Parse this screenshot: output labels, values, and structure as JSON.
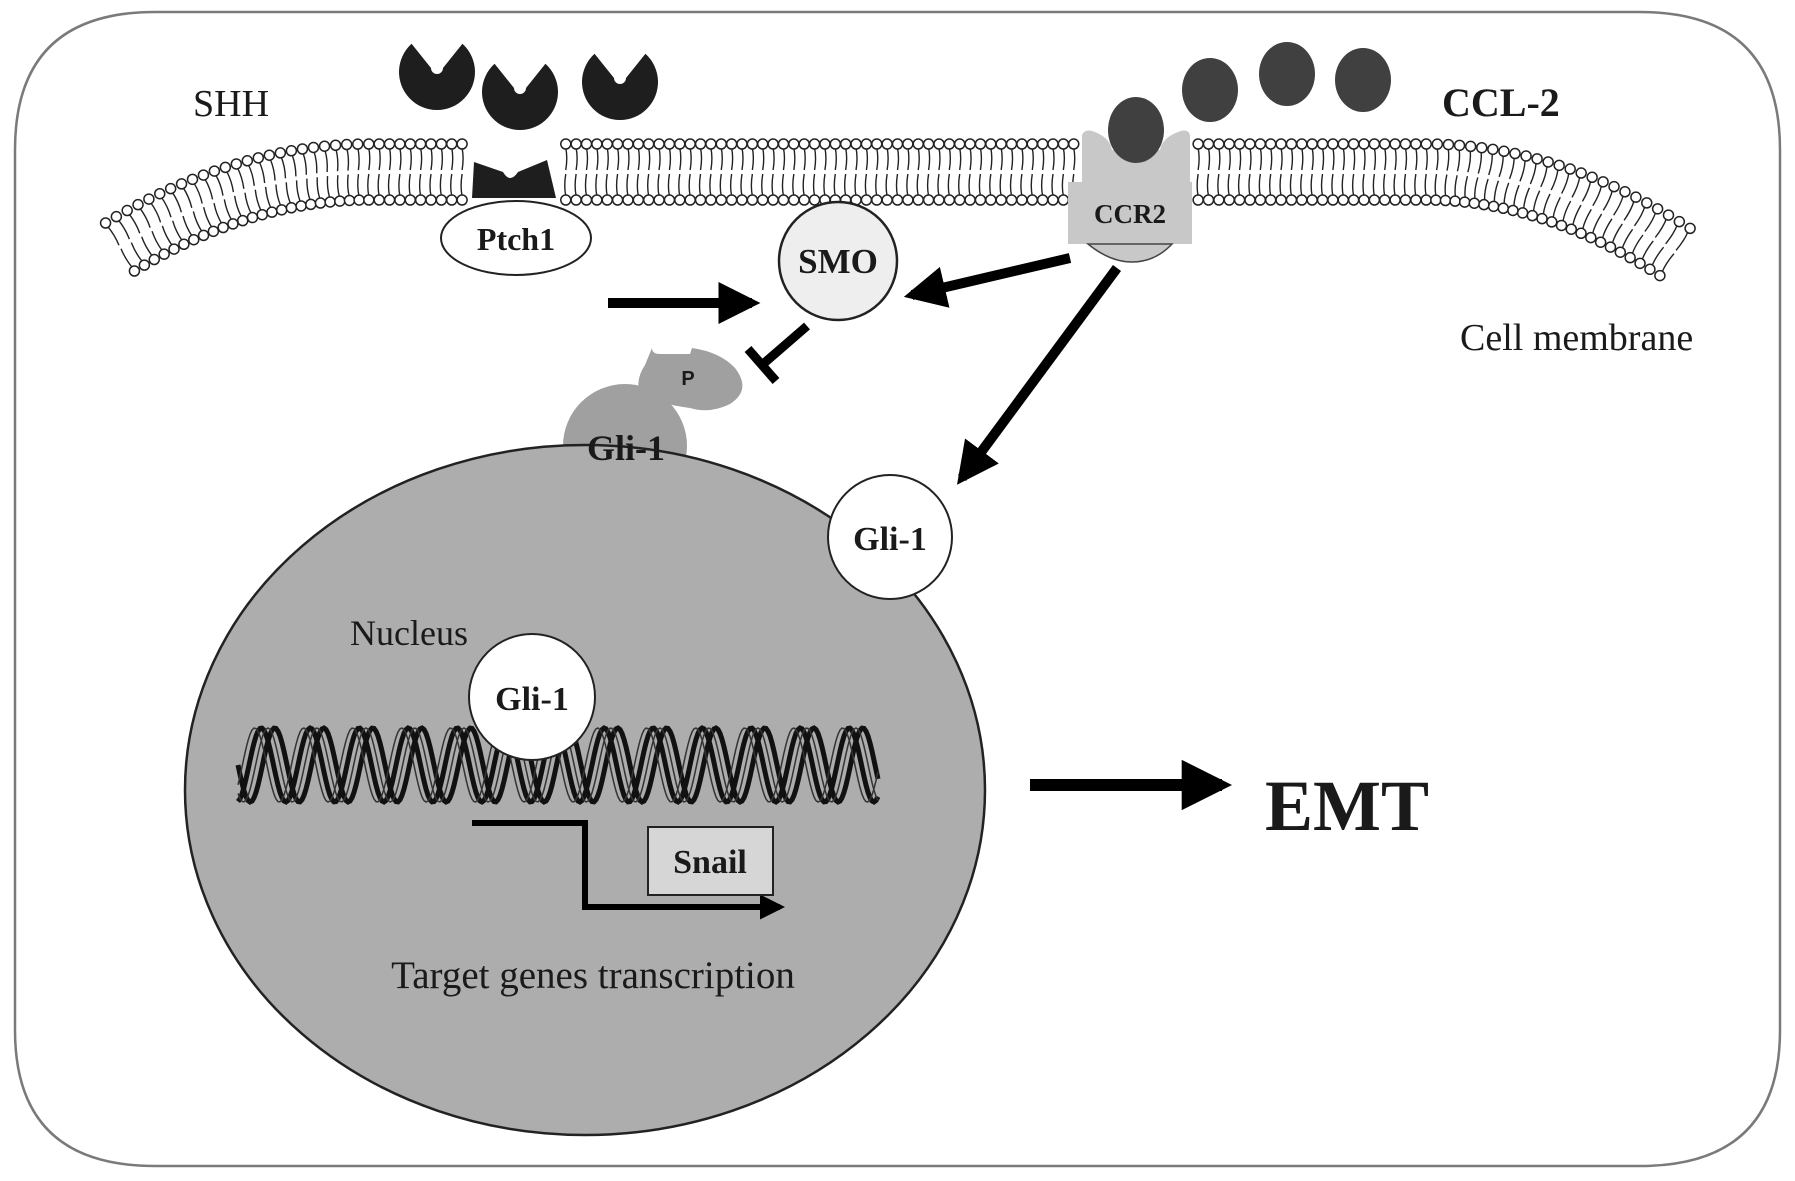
{
  "figure": {
    "type": "signaling pathway diagram",
    "colors": {
      "frame": "#777777",
      "ligand_shh": "#1e1e1e",
      "ligand_ccl2": "#404040",
      "receptor_ccr2": "#c8c8c8",
      "smo_fill": "#eeeeee",
      "gli_phospho": "#a0a0a0",
      "nucleus": "#adadad",
      "snail_box": "#d6d6d6",
      "arrow": "#000000"
    }
  },
  "labels": {
    "shh": "SHH",
    "ccl2": "CCL-2",
    "ptch1": "Ptch1",
    "ccr2": "CCR2",
    "smo": "SMO",
    "phospho": "P",
    "gli1_phospho": "Gli-1",
    "gli1_free": "Gli-1",
    "gli1_nuclear": "Gli-1",
    "cell_membrane": "Cell membrane",
    "nucleus": "Nucleus",
    "snail": "Snail",
    "transcription": "Target genes transcription",
    "emt": "EMT"
  },
  "ligands": {
    "shh_count": 3,
    "ccl2_free_count": 3,
    "ccl2_bound_count": 1
  },
  "edges": [
    {
      "from": "Ptch1",
      "to": "SMO",
      "type": "activation"
    },
    {
      "from": "CCR2",
      "to": "SMO",
      "type": "activation"
    },
    {
      "from": "SMO",
      "to": "Gli-1 (phosphorylated)",
      "type": "inhibition"
    },
    {
      "from": "CCR2",
      "to": "Gli-1",
      "type": "activation"
    },
    {
      "from": "Nucleus",
      "to": "EMT",
      "type": "activation"
    }
  ]
}
